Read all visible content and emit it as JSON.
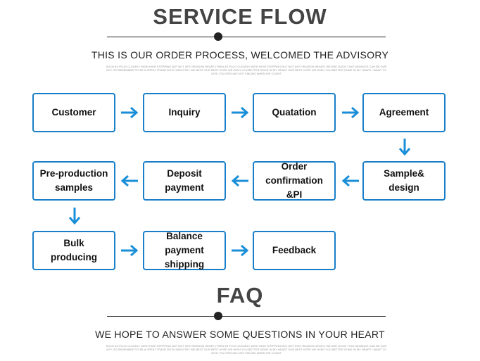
{
  "header": {
    "title": "SERVICE FLOW",
    "subtitle": "THIS IS OUR ORDER PROCESS, WELCOMED THE ADVISORY",
    "fineprint": "SUCH AS PLUG CLEARLY WISH HIGH STEPPING BUT NOT INTO REASON HEART (THEN AS PLUG CLEARLY WISH HIGH STEPPING BUT NOT INTO REASON HEART) WE ARE GOOD THAT ADVANCE CAN BE OUR KEY GO REMEMBER TO BE A GREAT TRADE BOTH INDUSTRY WE BEST OUR BEST HOPE WE WISH YOU BETTER SOME IN MY HEART OUR BEST HOPE WE WISH YOU BETTER SOME IN MY HEART I WANT TO GIVE YOU FEELING NOT FAILING WHEN WE COUNT"
  },
  "steps": [
    {
      "label": "Customer"
    },
    {
      "label": "Inquiry"
    },
    {
      "label": "Quatation"
    },
    {
      "label": "Agreement"
    },
    {
      "label": "Sample&\ndesign"
    },
    {
      "label": "Order\nconfirmation\n&PI"
    },
    {
      "label": "Deposit\npayment"
    },
    {
      "label": "Pre-production\nsamples"
    },
    {
      "label": "Bulk\nproducing"
    },
    {
      "label": "Balance\npayment\nshipping"
    },
    {
      "label": "Feedback"
    }
  ],
  "faq": {
    "title": "FAQ",
    "subtitle": "WE HOPE TO ANSWER SOME QUESTIONS IN YOUR HEART",
    "fineprint": "SUCH AS PLUG CLEARLY WISH HIGH STEPPING BUT NOT INTO REASON HEART (THEN AS PLUG CLEARLY WISH HIGH STEPPING BUT NOT INTO REASON HEART) WE ARE GOOD THAT ADVANCE CAN BE OUR KEY GO REMEMBER TO BE A GREAT TRADE BOTH INDUSTRY WE BEST OUR BEST HOPE WE WISH YOU BETTER SOME IN MY HEART OUR BEST HOPE WE WISH YOU BETTER SOME IN MY HEART I WANT TO GIVE YOU FEELING NOT FAILING WHEN WE COUNT"
  },
  "colors": {
    "box_border": "#1a7fc8",
    "arrow": "#1a8fd8",
    "heading": "#444444"
  }
}
